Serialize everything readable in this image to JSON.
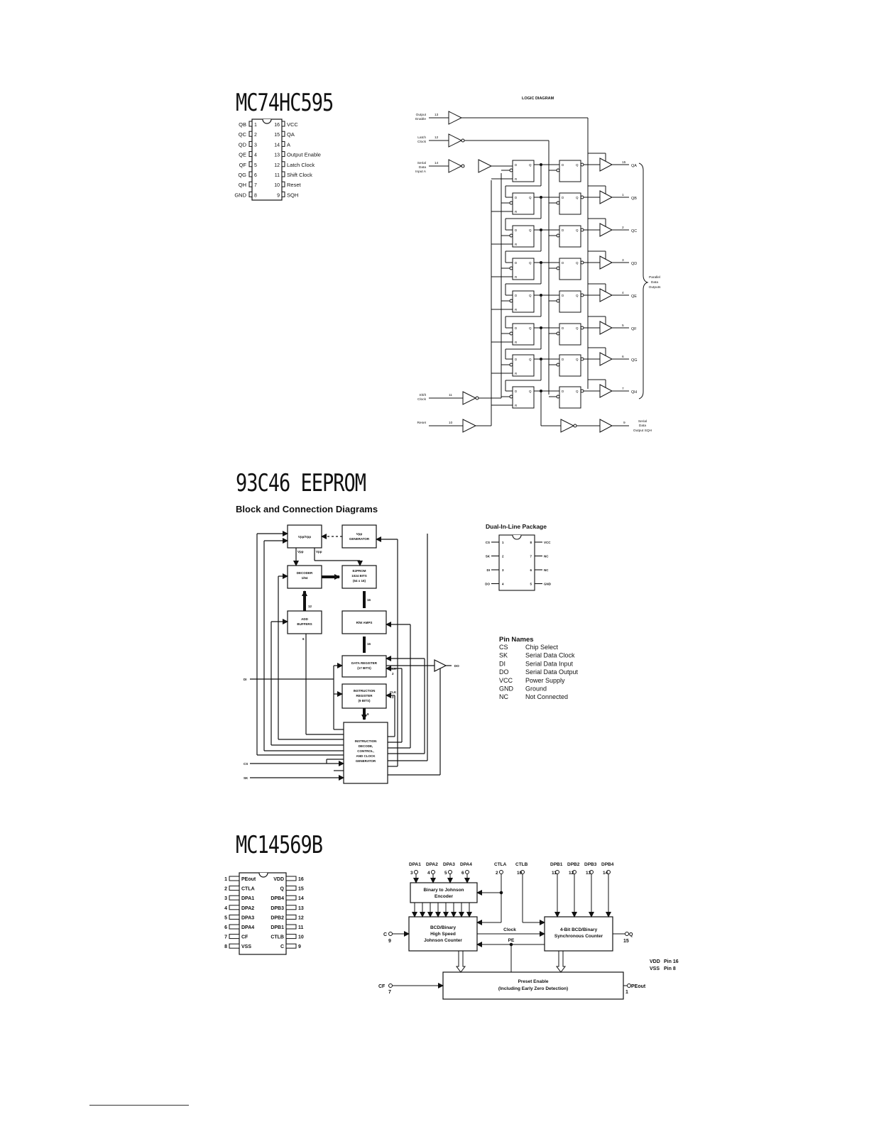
{
  "sections": {
    "mc74hc595": {
      "title": "MC74HC595",
      "left_pins": [
        {
          "num": "1",
          "name": "QB"
        },
        {
          "num": "2",
          "name": "QC"
        },
        {
          "num": "3",
          "name": "QD"
        },
        {
          "num": "4",
          "name": "QE"
        },
        {
          "num": "5",
          "name": "QF"
        },
        {
          "num": "6",
          "name": "QG"
        },
        {
          "num": "7",
          "name": "QH"
        },
        {
          "num": "8",
          "name": "GND"
        }
      ],
      "right_pins": [
        {
          "num": "16",
          "name": "VCC"
        },
        {
          "num": "15",
          "name": "QA"
        },
        {
          "num": "14",
          "name": "A"
        },
        {
          "num": "13",
          "name": "Output Enable"
        },
        {
          "num": "12",
          "name": "Latch Clock"
        },
        {
          "num": "11",
          "name": "Shift Clock"
        },
        {
          "num": "10",
          "name": "Reset"
        },
        {
          "num": "9",
          "name": "SQH"
        }
      ],
      "logic": {
        "title": "LOGIC DIAGRAM",
        "inputs": [
          {
            "l1": "Output",
            "l2": "Enable",
            "l3": "",
            "pin": "13"
          },
          {
            "l1": "Latch",
            "l2": "Clock",
            "l3": "",
            "pin": "12"
          },
          {
            "l1": "Serial",
            "l2": "Data",
            "l3": "Input A",
            "pin": "14"
          },
          {
            "l1": "Shift",
            "l2": "Clock",
            "l3": "",
            "pin": "11"
          },
          {
            "l1": "Reset",
            "l2": "",
            "l3": "",
            "pin": "10"
          }
        ],
        "outputs": [
          {
            "pin": "15",
            "name": "QA"
          },
          {
            "pin": "1",
            "name": "QB"
          },
          {
            "pin": "2",
            "name": "QC"
          },
          {
            "pin": "3",
            "name": "QD"
          },
          {
            "pin": "4",
            "name": "QE"
          },
          {
            "pin": "5",
            "name": "QF"
          },
          {
            "pin": "6",
            "name": "QG"
          },
          {
            "pin": "7",
            "name": "QH"
          }
        ],
        "brace": {
          "l1": "Parallel",
          "l2": "Data",
          "l3": "Outputs"
        },
        "serial_out": {
          "pin": "9",
          "l1": "Serial",
          "l2": "Data",
          "l3": "Output SQH"
        },
        "ff": {
          "d": "D",
          "q": "Q",
          "r": "R"
        }
      }
    },
    "c93c46": {
      "title": "93C46  EEPROM",
      "subtitle": "Block and Connection Diagrams",
      "blocks": {
        "vpp_switch": "Vpp/Vpp",
        "vpp_gen_1": "Vpp",
        "vpp_gen_2": "GENERATOR",
        "decoder_1": "DECODER",
        "decoder_2": "1/64",
        "eeprom_1": "E2PROM",
        "eeprom_2": "1024 BITS",
        "eeprom_3": "(64 x 16)",
        "addr_1": "ADD",
        "addr_2": "BUFFERS",
        "rw": "R/W AMPS",
        "data_1": "DATA REGISTER",
        "data_2": "(17 BITS)",
        "instr_1": "INSTRUCTION",
        "instr_2": "REGISTER",
        "instr_3": "(9 BITS)",
        "ctrl_1": "INSTRUCTION",
        "ctrl_2": "DECODE,",
        "ctrl_3": "CONTROL,",
        "ctrl_4": "AND CLOCK",
        "ctrl_5": "GENERATOR"
      },
      "bus": {
        "b12": "12",
        "b16a": "16",
        "b16b": "16",
        "b9": "9",
        "b6": "6",
        "clk1": "CLK",
        "clk2": "CLK",
        "two1": "2",
        "two2": "2",
        "vpp1": "Vpp",
        "vpp2": "Vpp"
      },
      "signals": {
        "di": "DI",
        "cs": "CS",
        "sk": "SK",
        "do": "DO"
      },
      "dip": {
        "title": "Dual-In-Line Package",
        "left": [
          {
            "num": "1",
            "name": "CS"
          },
          {
            "num": "2",
            "name": "SK"
          },
          {
            "num": "3",
            "name": "DI"
          },
          {
            "num": "4",
            "name": "DO"
          }
        ],
        "right": [
          {
            "num": "8",
            "name": "VCC"
          },
          {
            "num": "7",
            "name": "NC"
          },
          {
            "num": "6",
            "name": "NC"
          },
          {
            "num": "5",
            "name": "GND"
          }
        ]
      },
      "pin_names": {
        "title": "Pin Names",
        "rows": [
          {
            "pin": "CS",
            "desc": "Chip Select"
          },
          {
            "pin": "SK",
            "desc": "Serial Data Clock"
          },
          {
            "pin": "DI",
            "desc": "Serial Data Input"
          },
          {
            "pin": "DO",
            "desc": "Serial Data Output"
          },
          {
            "pin": "VCC",
            "desc": "Power Supply"
          },
          {
            "pin": "GND",
            "desc": "Ground"
          },
          {
            "pin": "NC",
            "desc": "Not Connected"
          }
        ]
      }
    },
    "mc14569b": {
      "title": "MC14569B",
      "left_pins": [
        {
          "num": "1",
          "name": "PEout"
        },
        {
          "num": "2",
          "name": "CTLA"
        },
        {
          "num": "3",
          "name": "DPA1"
        },
        {
          "num": "4",
          "name": "DPA2"
        },
        {
          "num": "5",
          "name": "DPA3"
        },
        {
          "num": "6",
          "name": "DPA4"
        },
        {
          "num": "7",
          "name": "CF"
        },
        {
          "num": "8",
          "name": "VSS"
        }
      ],
      "right_pins": [
        {
          "num": "16",
          "name": "VDD"
        },
        {
          "num": "15",
          "name": "Q"
        },
        {
          "num": "14",
          "name": "DPB4"
        },
        {
          "num": "13",
          "name": "DPB3"
        },
        {
          "num": "12",
          "name": "DPB2"
        },
        {
          "num": "11",
          "name": "DPB1"
        },
        {
          "num": "10",
          "name": "CTLB"
        },
        {
          "num": "9",
          "name": "C"
        }
      ],
      "top_inputs": [
        {
          "name": "DPA1",
          "pin": "3"
        },
        {
          "name": "DPA2",
          "pin": "4"
        },
        {
          "name": "DPA3",
          "pin": "5"
        },
        {
          "name": "DPA4",
          "pin": "6"
        },
        {
          "name": "CTLA",
          "pin": "2"
        },
        {
          "name": "CTLB",
          "pin": "10"
        },
        {
          "name": "DPB1",
          "pin": "11"
        },
        {
          "name": "DPB2",
          "pin": "12"
        },
        {
          "name": "DPB3",
          "pin": "13"
        },
        {
          "name": "DPB4",
          "pin": "14"
        }
      ],
      "blocks": {
        "encoder_1": "Binary to Johnson",
        "encoder_2": "Encoder",
        "johnson_1": "BCD/Binary",
        "johnson_2": "High Speed",
        "johnson_3": "Johnson Counter",
        "sync_1": "4-Bit BCD/Binary",
        "sync_2": "Synchronous Counter",
        "preset_1": "Preset Enable",
        "preset_2": "(Including Early Zero Detection)",
        "clock": "Clock",
        "pe": "PE"
      },
      "io": {
        "c": "C",
        "c_pin": "9",
        "q": "Q",
        "q_pin": "15",
        "cf": "CF",
        "cf_pin": "7",
        "peout": "PEout",
        "peout_pin": "1"
      },
      "power": {
        "vdd": "VDD",
        "vdd_pin": "Pin 16",
        "vss": "VSS",
        "vss_pin": "Pin 8"
      }
    }
  }
}
